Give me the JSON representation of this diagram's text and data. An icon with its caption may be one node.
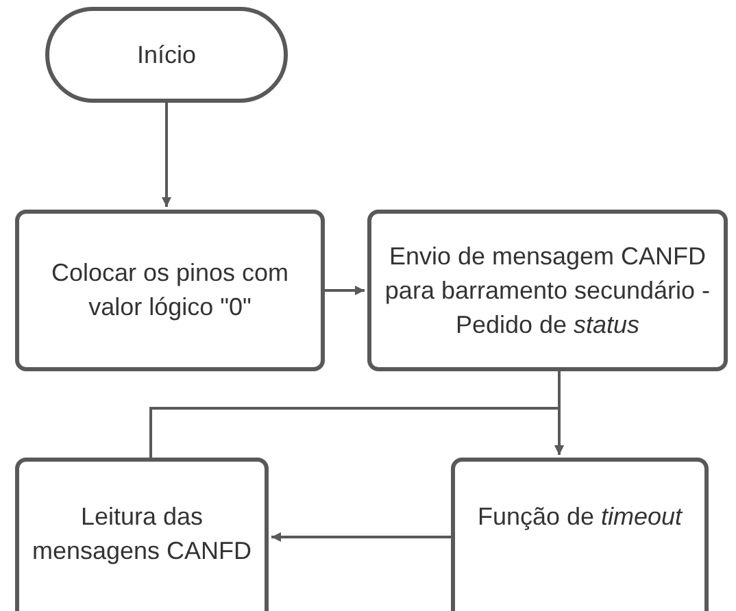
{
  "diagram": {
    "nodes": [
      {
        "text": [
          "Início"
        ]
      },
      {
        "text": [
          "Colocar os pinos com valor lógico \"0\""
        ]
      },
      {
        "text": [
          "Envio de mensagem CANFD para barramento secundário - Pedido de *status*"
        ]
      },
      {
        "text": [
          "Função de *timeout*"
        ]
      },
      {
        "text": [
          "Leitura das mensagens CANFD"
        ]
      }
    ],
    "edges": [
      {
        "from": 0,
        "to": 1,
        "arrow": "to"
      },
      {
        "from": 1,
        "to": 2,
        "arrow": "to"
      },
      {
        "from": 2,
        "to": 3,
        "arrow": "to"
      },
      {
        "from": 3,
        "to": 4,
        "arrow": "to"
      },
      {
        "from": 4,
        "to": 3,
        "arrow": "to"
      }
    ]
  }
}
